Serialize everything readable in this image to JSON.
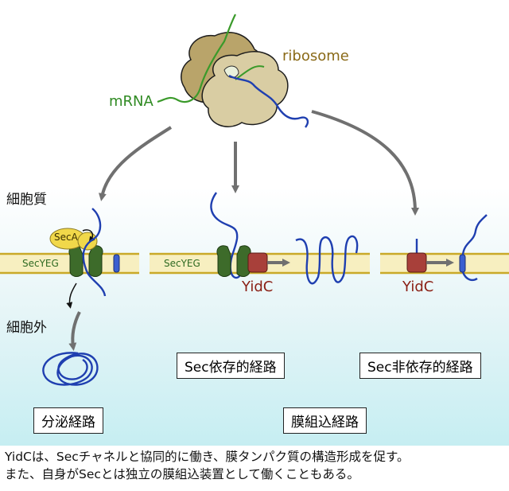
{
  "labels": {
    "ribosome": "ribosome",
    "mrna": "mRNA",
    "cytoplasm": "細胞質",
    "extracellular": "細胞外",
    "seca": "SecA",
    "secyeg_left": "SecYEG",
    "secyeg_middle": "SecYEG",
    "yidc_middle": "YidC",
    "yidc_right": "YidC"
  },
  "pathways": {
    "sec_dependent": "Sec依存的経路",
    "sec_independent": "Sec非依存的経路",
    "secretion": "分泌経路",
    "membrane_insertion": "膜組込経路"
  },
  "caption": {
    "line1": "YidCは、Secチャネルと協同的に働き、膜タンパク質の構造形成を促す。",
    "line2": "また、自身がSecとは独立の膜組込装置として働くこともある。"
  },
  "colors": {
    "membrane": "#f7efc0",
    "membrane_line": "#c9a928",
    "ribosome": "#d9cda3",
    "ribosome_dark": "#b9a46a",
    "mrna": "#3a9a2a",
    "chain": "#1f3fb0",
    "secyeg": "#3d6b2a",
    "yidc": "#a8403a",
    "seca": "#f1d84a",
    "arrow": "#707070",
    "ribosome_text": "#8a6a18",
    "mrna_text": "#2f8a22",
    "yidc_text": "#8a1f14",
    "secyeg_text": "#2f6a22"
  },
  "icons": [
    "ribosome-icon",
    "secyeg-channel-icon",
    "yidc-insertase-icon",
    "seca-motor-icon",
    "polypeptide-chain-icon"
  ]
}
